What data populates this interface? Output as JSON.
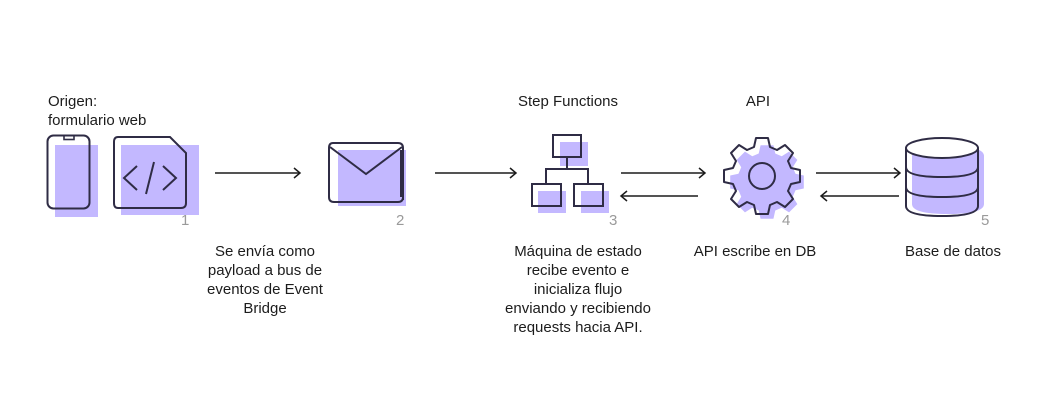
{
  "colors": {
    "accent_fill": "#c3b8ff",
    "stroke": "#2f2c45",
    "number": "#9a9a9a",
    "text": "#1c1c1c"
  },
  "steps": [
    {
      "number": "1",
      "title": "Origen:\nformulario web",
      "title_lines": [
        "Origen:",
        "formulario web"
      ],
      "icons": [
        "mobile-phone-icon",
        "code-file-icon"
      ],
      "description_lines": [
        "Se envía como",
        "payload a bus de",
        "eventos de Event",
        "Bridge"
      ]
    },
    {
      "number": "2",
      "icons": [
        "envelope-icon"
      ],
      "description_lines": []
    },
    {
      "number": "3",
      "title_lines": [
        "Step Functions"
      ],
      "icons": [
        "hierarchy-icon"
      ],
      "description_lines": [
        "Máquina de estado",
        "recibe evento e",
        "inicializa flujo",
        "enviando y recibiendo",
        "requests hacia API."
      ]
    },
    {
      "number": "4",
      "title_lines": [
        "API"
      ],
      "icons": [
        "gear-icon"
      ],
      "description_lines": [
        "API escribe en DB"
      ]
    },
    {
      "number": "5",
      "icons": [
        "database-icon"
      ],
      "description_lines": [
        "Base de datos"
      ]
    }
  ],
  "arrows": [
    {
      "from": "1",
      "to": "2",
      "direction": "right"
    },
    {
      "from": "2",
      "to": "3",
      "direction": "right"
    },
    {
      "from": "3",
      "to": "4",
      "direction": "right"
    },
    {
      "from": "4",
      "to": "3",
      "direction": "left"
    },
    {
      "from": "4",
      "to": "5",
      "direction": "right"
    },
    {
      "from": "5",
      "to": "4",
      "direction": "left"
    }
  ]
}
